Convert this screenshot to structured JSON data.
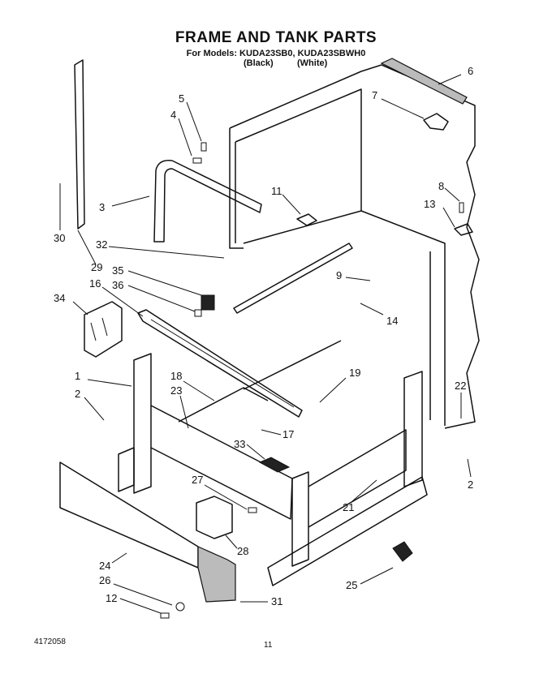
{
  "header": {
    "title": "FRAME AND TANK PARTS",
    "models_line": "For Models: KUDA23SB0, KUDA23SBWH0",
    "color_black": "(Black)",
    "color_white": "(White)"
  },
  "footer": {
    "doc_number": "4172058",
    "page_number": "11"
  },
  "callouts": [
    "1",
    "2",
    "2",
    "3",
    "4",
    "5",
    "6",
    "7",
    "8",
    "9",
    "11",
    "12",
    "13",
    "14",
    "16",
    "17",
    "18",
    "19",
    "21",
    "22",
    "23",
    "24",
    "25",
    "26",
    "27",
    "28",
    "29",
    "30",
    "31",
    "32",
    "33",
    "34",
    "35",
    "36"
  ]
}
